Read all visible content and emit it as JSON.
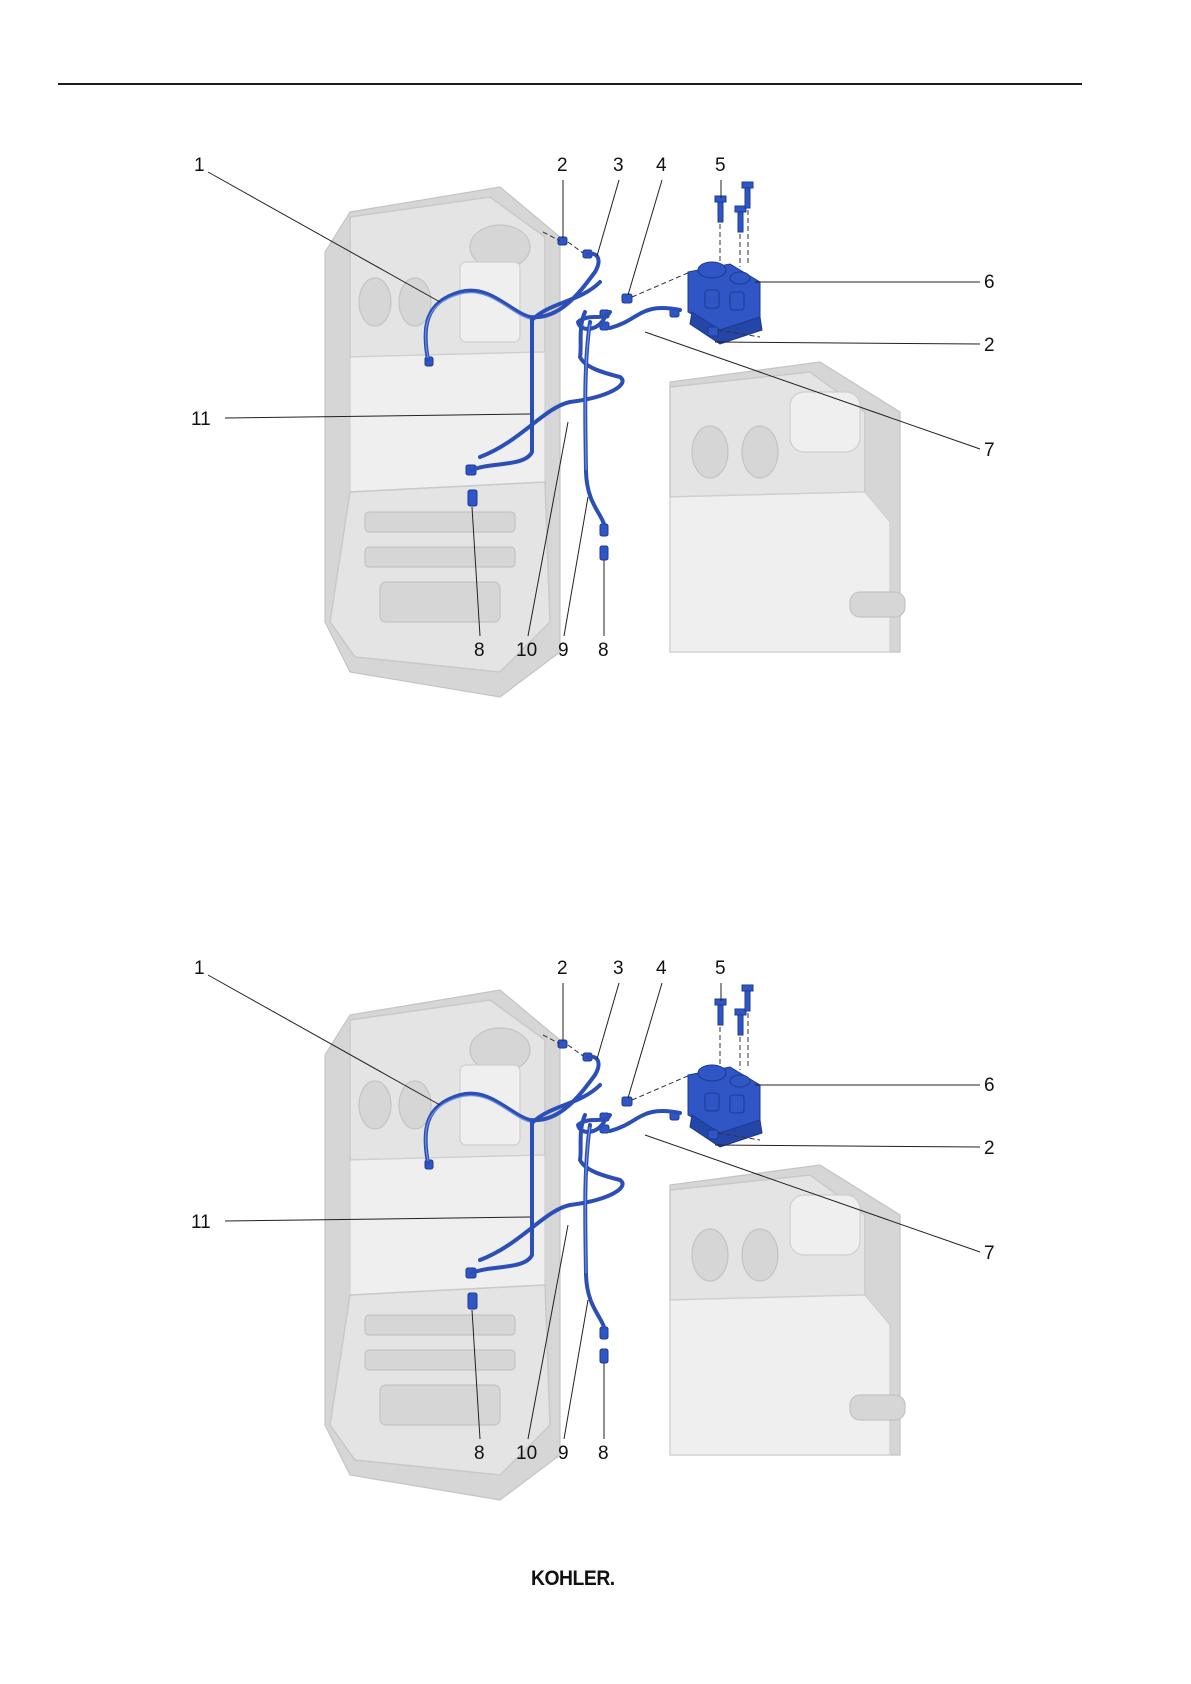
{
  "brand": {
    "logo_text": "KOHLER."
  },
  "figures": [
    {
      "labels": [
        {
          "key": "1",
          "text": "1"
        },
        {
          "key": "2a",
          "text": "2"
        },
        {
          "key": "3",
          "text": "3"
        },
        {
          "key": "4",
          "text": "4"
        },
        {
          "key": "5",
          "text": "5"
        },
        {
          "key": "6",
          "text": "6"
        },
        {
          "key": "2b",
          "text": "2"
        },
        {
          "key": "7",
          "text": "7"
        },
        {
          "key": "11",
          "text": "11"
        },
        {
          "key": "8a",
          "text": "8"
        },
        {
          "key": "10",
          "text": "10"
        },
        {
          "key": "9",
          "text": "9"
        },
        {
          "key": "8b",
          "text": "8"
        }
      ]
    },
    {
      "labels": [
        {
          "key": "1",
          "text": "1"
        },
        {
          "key": "2a",
          "text": "2"
        },
        {
          "key": "3",
          "text": "3"
        },
        {
          "key": "4",
          "text": "4"
        },
        {
          "key": "5",
          "text": "5"
        },
        {
          "key": "6",
          "text": "6"
        },
        {
          "key": "2b",
          "text": "2"
        },
        {
          "key": "7",
          "text": "7"
        },
        {
          "key": "11",
          "text": "11"
        },
        {
          "key": "8a",
          "text": "8"
        },
        {
          "key": "10",
          "text": "10"
        },
        {
          "key": "9",
          "text": "9"
        },
        {
          "key": "8b",
          "text": "8"
        }
      ]
    }
  ]
}
